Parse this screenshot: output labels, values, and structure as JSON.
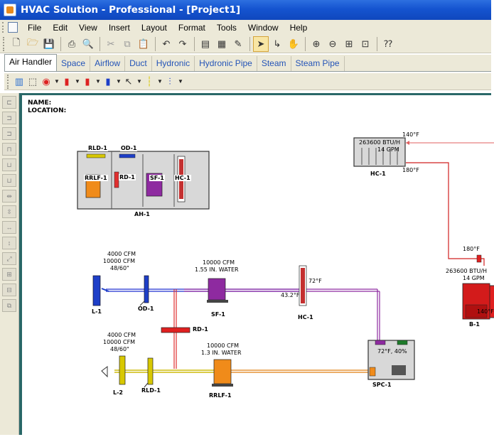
{
  "window": {
    "title": "HVAC Solution - Professional - [Project1]"
  },
  "menu": {
    "items": [
      {
        "label": "File"
      },
      {
        "label": "Edit"
      },
      {
        "label": "View"
      },
      {
        "label": "Insert"
      },
      {
        "label": "Layout"
      },
      {
        "label": "Format"
      },
      {
        "label": "Tools"
      },
      {
        "label": "Window"
      },
      {
        "label": "Help"
      }
    ]
  },
  "toolbar": {
    "icons": [
      "new-icon",
      "open-icon",
      "save-icon",
      "print-icon",
      "print-preview-icon",
      "cut-icon",
      "copy-icon",
      "paste-icon",
      "undo-icon",
      "redo-icon",
      "properties-icon",
      "calculator-icon",
      "format-painter-icon",
      "select-pointer-icon",
      "connector-icon",
      "pan-hand-icon",
      "zoom-in-icon",
      "zoom-out-icon",
      "zoom-extents-icon",
      "zoom-window-icon",
      "context-help-icon"
    ]
  },
  "tabs": {
    "items": [
      {
        "label": "Air Handler"
      },
      {
        "label": "Space"
      },
      {
        "label": "Airflow"
      },
      {
        "label": "Duct"
      },
      {
        "label": "Hydronic"
      },
      {
        "label": "Hydronic Pipe"
      },
      {
        "label": "Steam"
      },
      {
        "label": "Steam Pipe"
      }
    ],
    "active": "Air Handler"
  },
  "drawing": {
    "name_label": "NAME:",
    "location_label": "LOCATION:",
    "ah1": {
      "label": "AH-1",
      "rld": "RLD-1",
      "od": "OD-1",
      "rrlf": "RRLF-1",
      "rd": "RD-1",
      "sf": "SF-1",
      "hc": "HC-1"
    },
    "hc1_top": {
      "label": "HC-1",
      "btuh": "263600 BTU/H",
      "gpm": "14 GPM",
      "supply_temp": "140°F",
      "return_temp": "180°F"
    },
    "b1": {
      "label": "B-1",
      "btuh": "263600 BTU/H",
      "gpm": "14 GPM",
      "out_temp": "180°F",
      "in_temp": "140°F"
    },
    "supply": {
      "l1": {
        "label": "L-1",
        "cfm1": "4000 CFM",
        "cfm2": "10000 CFM",
        "size": "48/60\""
      },
      "od1": {
        "label": "OD-1"
      },
      "sf1": {
        "label": "SF-1",
        "cfm": "10000 CFM",
        "pressure": "1.55 IN. WATER"
      },
      "hc1": {
        "label": "HC-1",
        "entering_temp": "43.2°F",
        "leaving_temp": "72°F"
      },
      "rd1": {
        "label": "RD-1"
      }
    },
    "returns": {
      "l2": {
        "label": "L-2",
        "cfm1": "4000 CFM",
        "cfm2": "10000 CFM",
        "size": "48/60\""
      },
      "rld1": {
        "label": "RLD-1"
      },
      "rrlf1": {
        "label": "RRLF-1",
        "cfm": "10000 CFM",
        "pressure": "1.3 IN. WATER"
      }
    },
    "spc1": {
      "label": "SPC-1",
      "conditions": "72°F, 40%"
    }
  }
}
